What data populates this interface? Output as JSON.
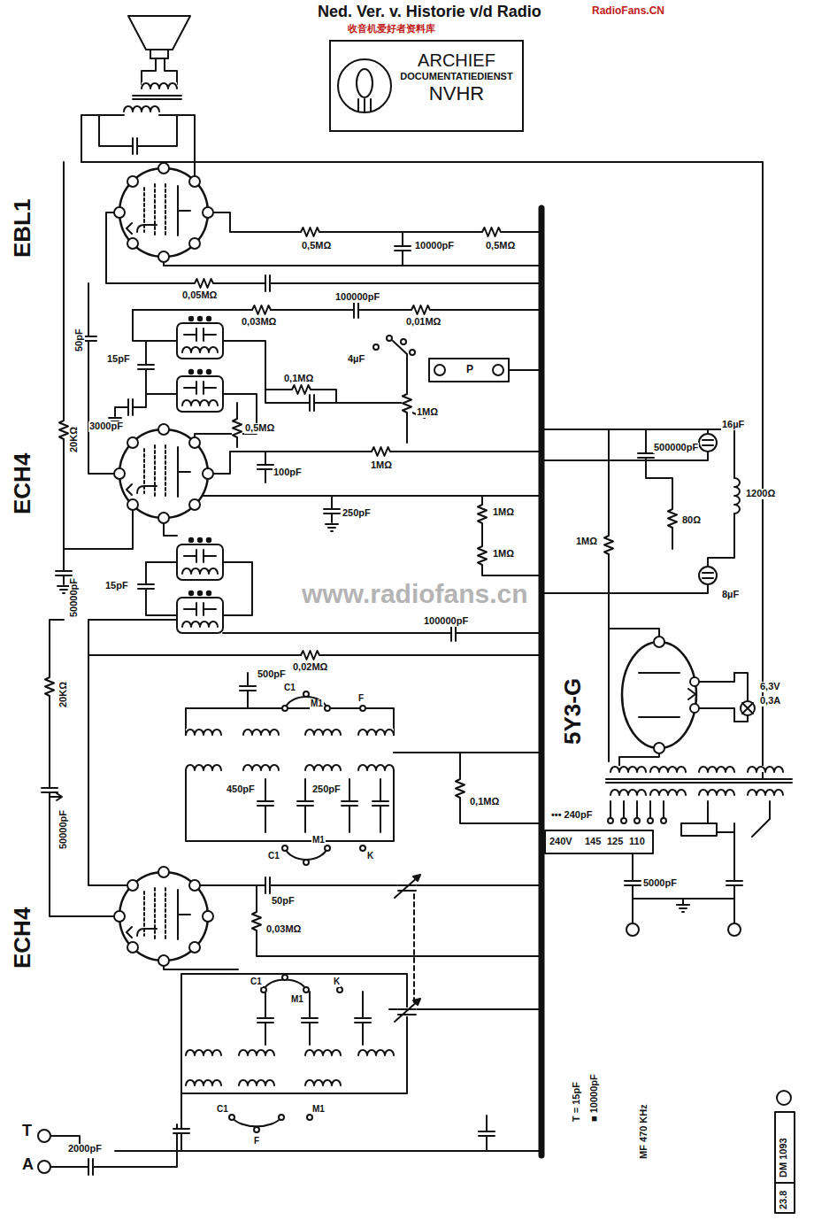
{
  "diagram": {
    "nodes": [
      {
        "text": [
          "ARCHIEF",
          "DOCUMENTATIEDIENST",
          "NVHR"
        ]
      }
    ],
    "labels": [
      "Ned. Ver. v. Historie v/d Radio",
      "RadioFans.CN",
      "收音机爱好者资料库",
      "EBL1",
      "ECH4",
      "ECH4",
      "5Y3-G",
      "0,5MΩ",
      "10000pF",
      "0,5MΩ",
      "0,05MΩ",
      "100000pF",
      "0,03MΩ",
      "0,01MΩ",
      "50pF",
      "15pF",
      "0,1MΩ",
      "4µF",
      "3000pF",
      "0,5MΩ",
      "1MΩ",
      "100pF",
      "250pF",
      "1MΩ",
      "1MΩ",
      "1MΩ",
      "500000pF",
      "16µF",
      "1MΩ",
      "80Ω",
      "1200Ω",
      "8µF",
      "20KΩ",
      "50000pF",
      "15pF",
      "100000pF",
      "0,02MΩ",
      "500pF",
      "20KΩ",
      "50000pF",
      "450pF",
      "250pF",
      "0,1MΩ",
      "50pF",
      "0,03MΩ",
      "6,3V",
      "0,3A",
      "240V",
      "145",
      "125",
      "110",
      "5000pF",
      "••• 240pF",
      "T",
      "A",
      "2000pF",
      "T = 15pF",
      "■ 10000pF",
      "MF 470 KHz",
      "DM 1093",
      "23.8",
      "www.radiofans.cn",
      "C1",
      "M1",
      "F",
      "C1",
      "M1",
      "K",
      "C1",
      "M1",
      "K",
      "C1",
      "M1",
      "F",
      "P"
    ]
  }
}
